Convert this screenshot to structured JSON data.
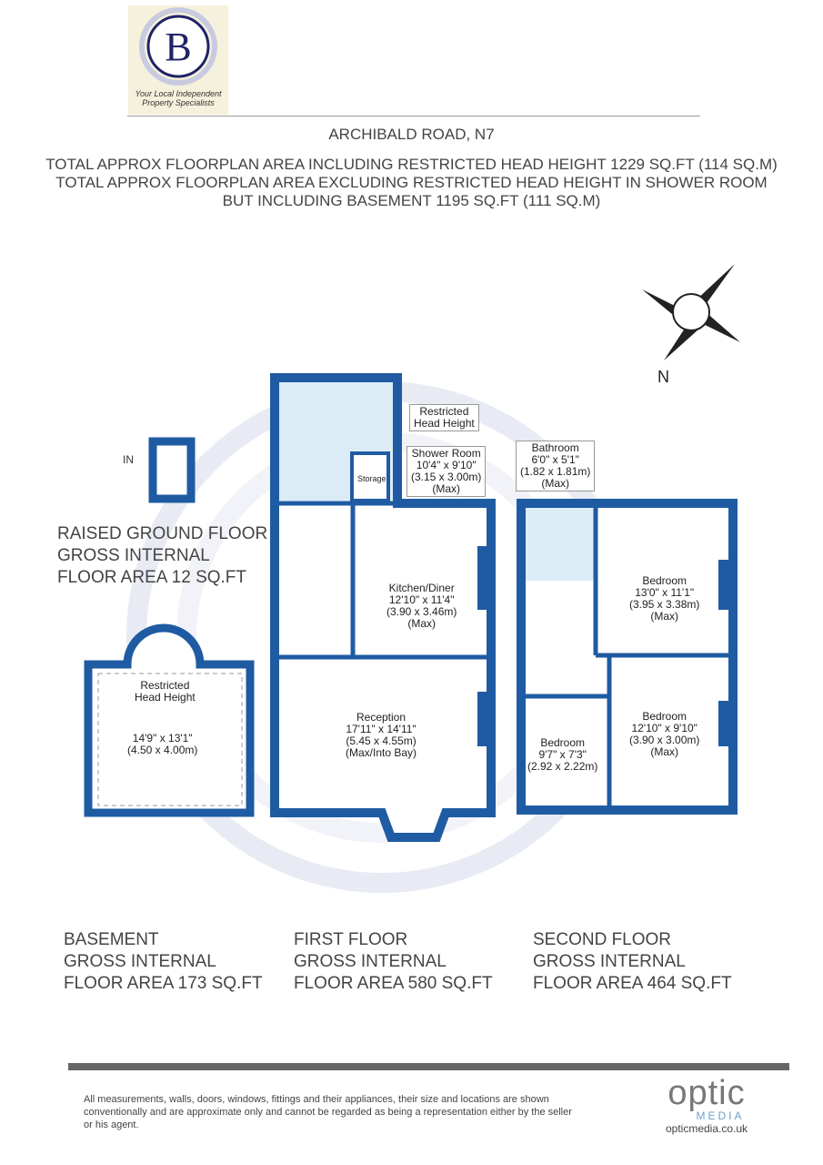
{
  "logo": {
    "letter": "B",
    "tagline": "Your Local Independent\nProperty Specialists"
  },
  "header": {
    "address": "ARCHIBALD ROAD, N7",
    "lines": [
      "TOTAL APPROX FLOORPLAN AREA INCLUDING RESTRICTED HEAD HEIGHT 1229 SQ.FT (114 SQ.M)",
      "TOTAL APPROX FLOORPLAN AREA EXCLUDING RESTRICTED HEAD HEIGHT IN SHOWER ROOM",
      "BUT INCLUDING BASEMENT 1195 SQ.FT (111 SQ.M)"
    ]
  },
  "compass": {
    "label": "N"
  },
  "entrance": {
    "label": "IN"
  },
  "rooms": {
    "restricted_first": "Restricted\nHead Height",
    "shower": "Shower Room\n10'4\" x 9'10\"\n(3.15 x 3.00m)\n(Max)",
    "storage": "Storage",
    "kitchen": "Kitchen/Diner\n12'10\" x 11'4\"\n(3.90 x 3.46m)\n(Max)",
    "reception": "Reception\n17'11\" x 14'11\"\n(5.45 x 4.55m)\n(Max/Into Bay)",
    "bathroom": "Bathroom\n6'0\" x 5'1\"\n(1.82 x 1.81m)\n(Max)",
    "bedroom1": "Bedroom\n13'0\" x 11'1\"\n(3.95 x 3.38m)\n(Max)",
    "bedroom2": "Bedroom\n12'10\" x 9'10\"\n(3.90 x 3.00m)\n(Max)",
    "bedroom3": "Bedroom\n9'7\" x 7'3\"\n(2.92 x 2.22m)",
    "basement_restricted": "Restricted\nHead Height",
    "basement_dims": "14'9\" x 13'1\"\n(4.50 x 4.00m)"
  },
  "areas": {
    "raised_ground": "RAISED GROUND FLOOR\nGROSS INTERNAL\nFLOOR AREA 12 SQ.FT",
    "basement": "BASEMENT\nGROSS INTERNAL\nFLOOR AREA 173 SQ.FT",
    "first": "FIRST FLOOR\nGROSS INTERNAL\nFLOOR AREA 580 SQ.FT",
    "second": "SECOND FLOOR\nGROSS INTERNAL\nFLOOR AREA 464 SQ.FT"
  },
  "footer": {
    "disclaimer": "All measurements, walls, doors, windows, fittings and their appliances, their size and locations are shown conventionally and are approximate only and cannot be regarded as being a representation either by the seller or his agent.",
    "brand": "optic",
    "brand_sub": "MEDIA",
    "url": "opticmedia.co.uk"
  },
  "colors": {
    "wall": "#1f5ba3",
    "floor_light": "#dcecf7",
    "brand_blue": "#1e6fb8"
  }
}
